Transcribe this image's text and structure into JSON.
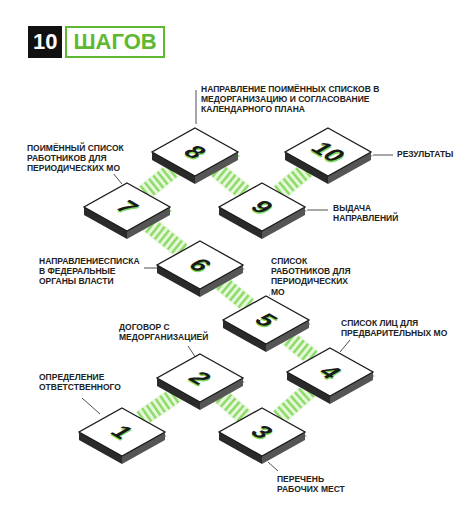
{
  "diagram": {
    "title": "ШАГОВ",
    "nodes": [
      {
        "text": [
          "1",
          "ОПРЕДЕЛЕНИЕ ОТВЕТСТВЕННОГО"
        ]
      },
      {
        "text": [
          "2",
          "ДОГОВОР С МЕДОРГАНИЗАЦИЕЙ"
        ]
      },
      {
        "text": [
          "3",
          "ПЕРЕЧЕНЬ РАБОЧИХ МЕСТ"
        ]
      },
      {
        "text": [
          "4",
          "СПИСОК ЛИЦ ДЛЯ ПРЕДВАРИТЕЛЬНЫХ МО"
        ]
      },
      {
        "text": [
          "5",
          "СПИСОК РАБОТНИКОВ ДЛЯ ПЕРИОДИЧЕСКИХ МО"
        ]
      },
      {
        "text": [
          "6",
          "НАПРАВЛЕНИЕСПИСКА В ФЕДЕРАЛЬНЫЕ ОРГАНЫ ВЛАСТИ"
        ]
      },
      {
        "text": [
          "7",
          "ПОИМЁННЫЙ СПИСОК РАБОТНИКОВ ДЛЯ ПЕРИОДИЧЕСКИХ МО"
        ]
      },
      {
        "text": [
          "8",
          "НАПРАВЛЕНИЕ ПОИМЁННЫХ СПИСКОВ В МЕДОРГАНИЗАЦИЮ И СОГЛАСОВАНИЕ КАЛЕНДАРНОГО ПЛАНА"
        ]
      },
      {
        "text": [
          "9",
          "ВЫДАЧА НАПРАВЛЕНИЙ"
        ]
      },
      {
        "text": [
          "10",
          "РЕЗУЛЬТАТЫ"
        ]
      }
    ],
    "edges": [
      {
        "from": 0,
        "to": 1,
        "arrow": "none"
      },
      {
        "from": 1,
        "to": 2,
        "arrow": "none"
      },
      {
        "from": 2,
        "to": 3,
        "arrow": "none"
      },
      {
        "from": 3,
        "to": 4,
        "arrow": "none"
      },
      {
        "from": 4,
        "to": 5,
        "arrow": "none"
      },
      {
        "from": 5,
        "to": 6,
        "arrow": "none"
      },
      {
        "from": 6,
        "to": 7,
        "arrow": "none"
      },
      {
        "from": 7,
        "to": 8,
        "arrow": "none"
      },
      {
        "from": 8,
        "to": 9,
        "arrow": "none"
      }
    ],
    "labels": [
      "10"
    ]
  }
}
